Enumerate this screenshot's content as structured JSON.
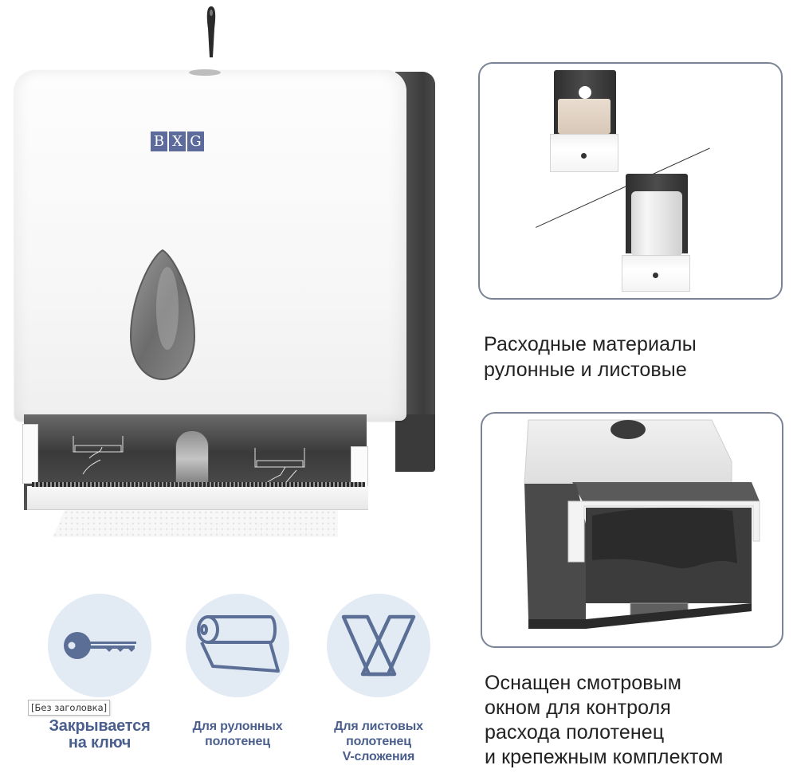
{
  "product": {
    "brand_logo_letters": [
      "B",
      "X",
      "G"
    ],
    "colors": {
      "brand_blue": "#5c6a9c",
      "icon_circle_bg": "#e2eaf4",
      "icon_stroke": "#5b6f96",
      "feature_label": "#4b5f8e",
      "caption_text": "#222222",
      "card_border": "#7b8496",
      "dispenser_side": "#4a4a4a"
    }
  },
  "features": [
    {
      "icon": "key-icon",
      "label_lines": [
        "Закрывается",
        "на ключ"
      ]
    },
    {
      "icon": "paper-roll-icon",
      "label_lines": [
        "Для рулонных",
        "полотенец"
      ]
    },
    {
      "icon": "v-fold-icon",
      "label_lines": [
        "Для листовых",
        "полотенец",
        "V-сложения"
      ]
    }
  ],
  "tooltip": {
    "text": "[Без заголовка]"
  },
  "cards": [
    {
      "image": "open-dispenser-sheets-and-roll",
      "caption_lines": [
        "Расходные материалы",
        "рулонные и листовые"
      ]
    },
    {
      "image": "dispenser-with-mounting-kit",
      "caption_lines": [
        "Оснащен смотровым",
        "окном для контроля",
        "расхода полотенец",
        "и крепежным комплектом"
      ]
    }
  ]
}
